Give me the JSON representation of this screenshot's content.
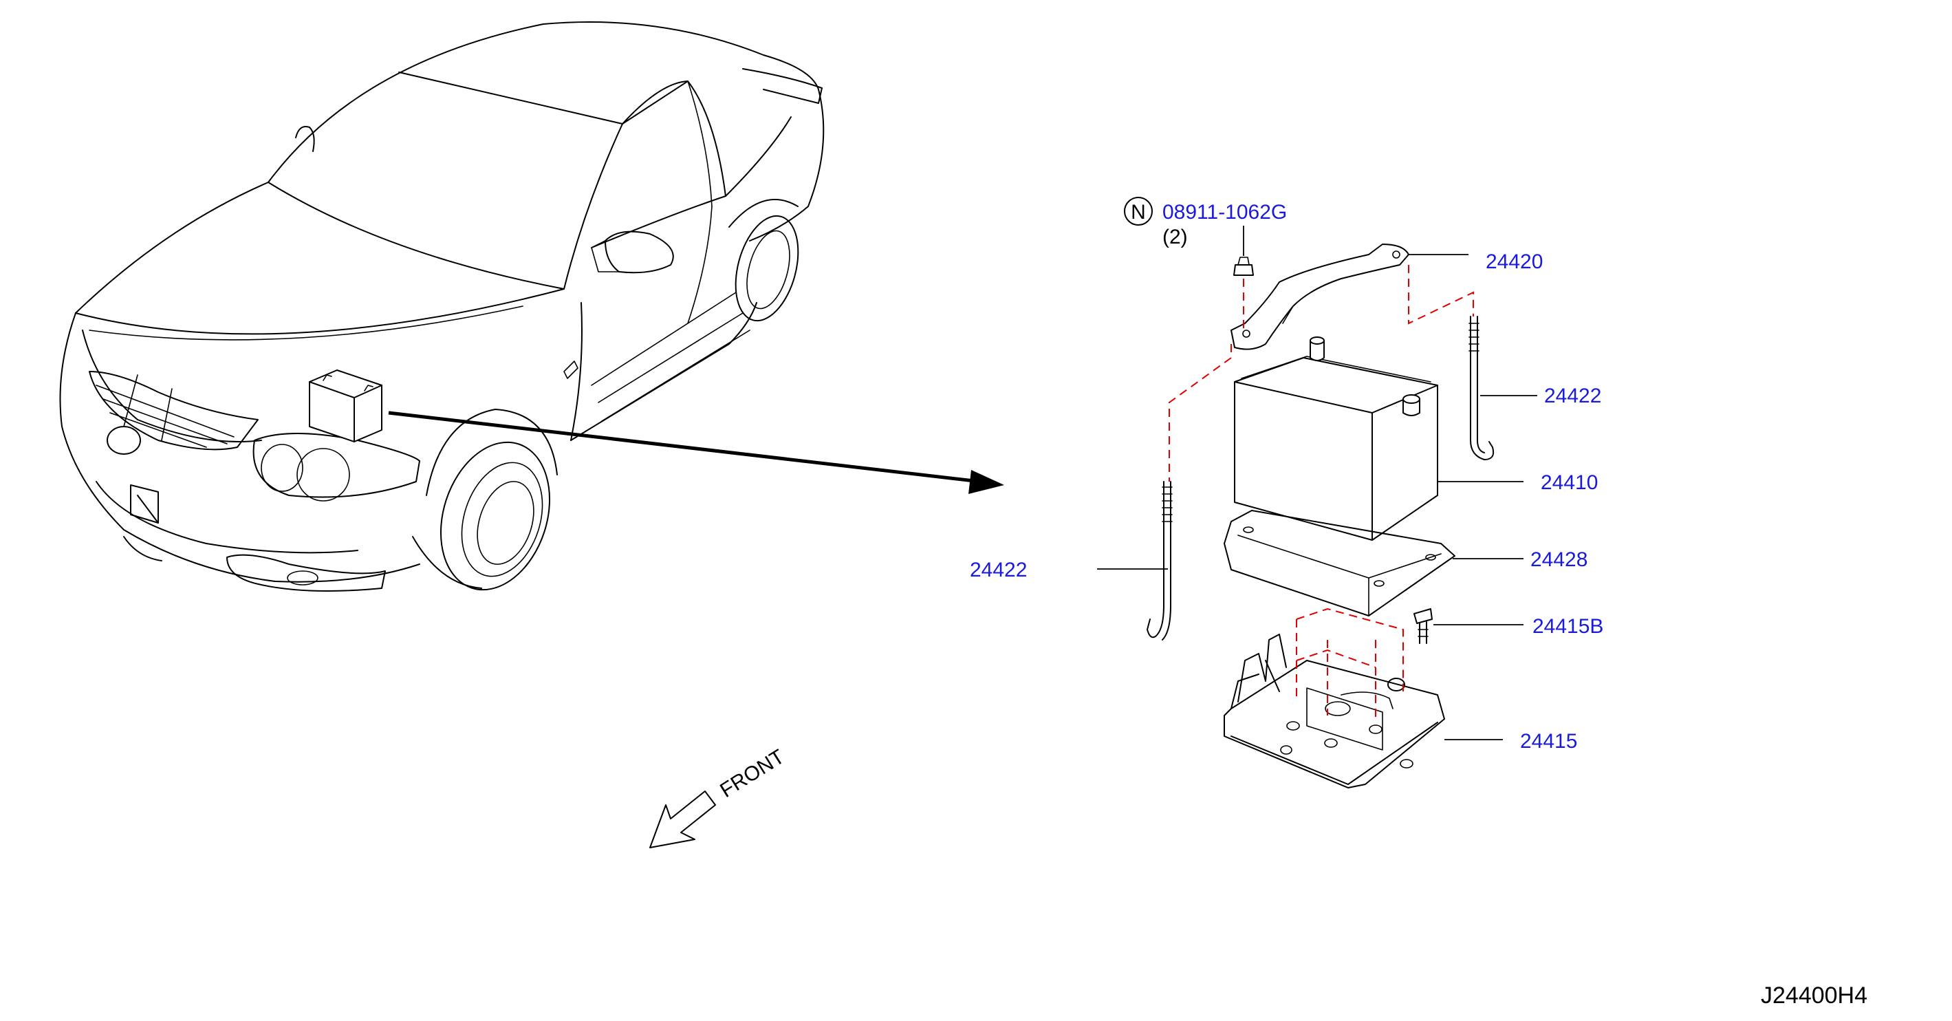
{
  "diagram_code": "J24400H4",
  "front_label": "FRONT",
  "note": {
    "symbol": "N",
    "part_number": "08911-1062G",
    "quantity": "(2)"
  },
  "callouts": {
    "bracket": "24420",
    "rod_right": "24422",
    "battery": "24410",
    "rod_left": "24422",
    "pad": "24428",
    "bolt": "24415B",
    "tray": "24415"
  },
  "colors": {
    "part_label": "#1a1adb",
    "dashed_leader": "#e00000",
    "line": "#000000"
  }
}
